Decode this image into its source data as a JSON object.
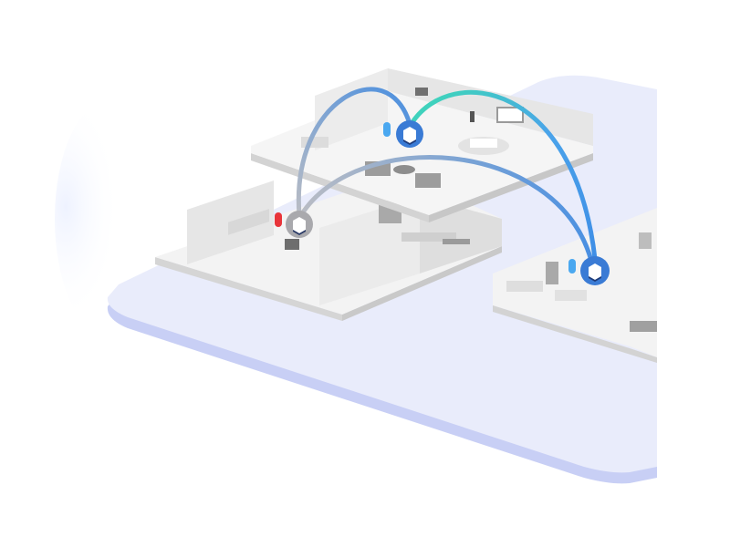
{
  "scene": {
    "colors": {
      "platform": "#e9ecfb",
      "platform_edge": "#c8cff5",
      "floor": "#f4f4f4",
      "wall": "#e2e2e2",
      "node_primary": "#3a7bd5",
      "node_secondary": "#a9a9ad",
      "link_blue": "#4a90e2",
      "link_green": "#3ddbb4",
      "link_gray": "#b5bac4",
      "status_ok": "#4aa8f0",
      "status_error": "#e8343a"
    },
    "nodes": [
      {
        "id": "satellite-left",
        "icon": "mesh-router-icon",
        "status": "error"
      },
      {
        "id": "main-router",
        "icon": "mesh-router-icon",
        "status": "ok"
      },
      {
        "id": "satellite-right",
        "icon": "mesh-router-icon",
        "status": "ok"
      }
    ],
    "links": [
      {
        "from": "satellite-left",
        "to": "main-router"
      },
      {
        "from": "main-router",
        "to": "satellite-right"
      },
      {
        "from": "satellite-left",
        "to": "satellite-right"
      }
    ]
  }
}
